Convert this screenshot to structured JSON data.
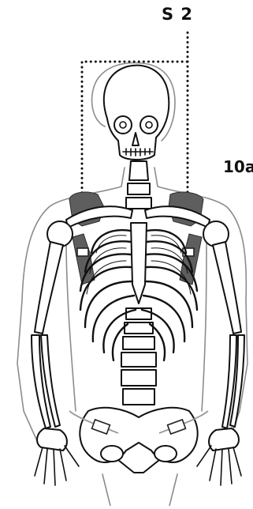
{
  "labels": {
    "size_label": "S 2",
    "callout_label": "10a"
  },
  "colors": {
    "strap": "#5e5e5e",
    "outline": "#111111",
    "body_outline": "#8c8c8c"
  },
  "icons": [
    "skeleton-illustration",
    "shoulder-strap-left",
    "shoulder-strap-right",
    "dotted-size-bracket"
  ]
}
